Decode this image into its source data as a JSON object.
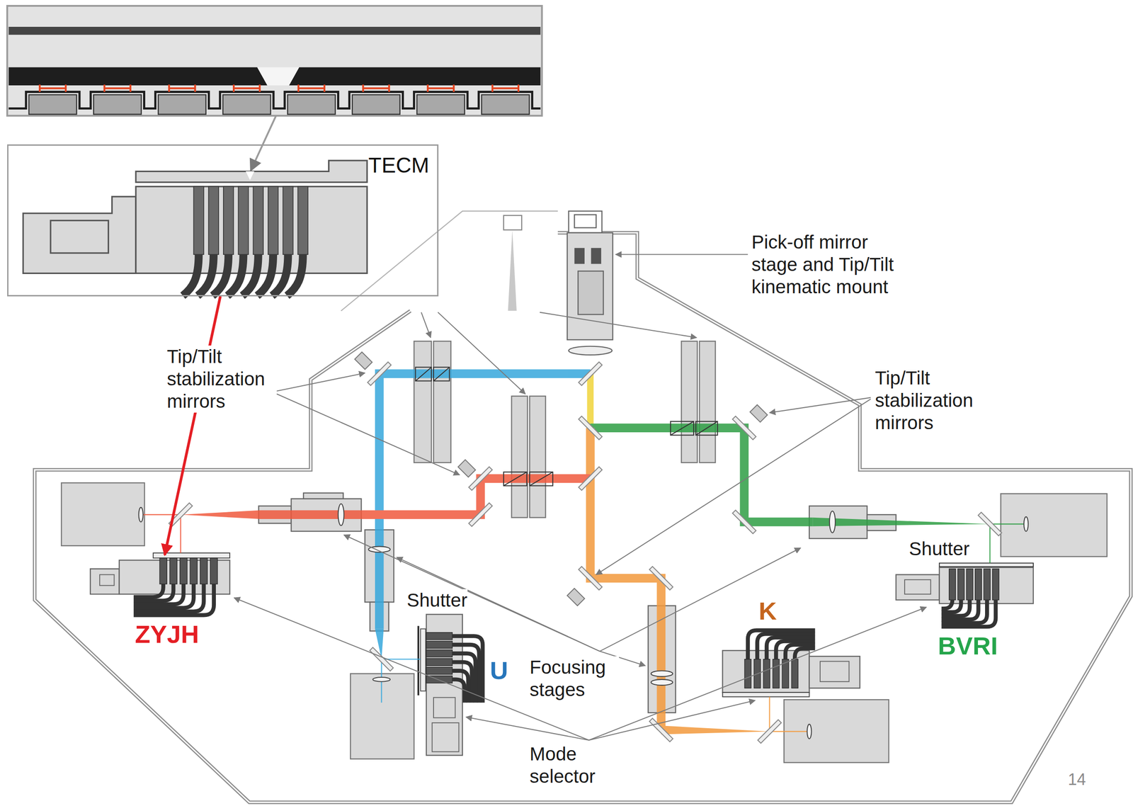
{
  "diagram": {
    "nodes": [
      {
        "text": [
          "TECM"
        ]
      },
      {
        "text": [
          "ZYJH"
        ]
      }
    ],
    "edges": [
      {
        "from": 0,
        "to": 1,
        "arrow": "to"
      }
    ],
    "labels": [
      "Pick-off mirror stage and Tip/Tilt kinematic mount",
      "Tip/Tilt stabilization mirrors",
      "Tip/Tilt stabilization mirrors",
      "Shutter",
      "Shutter",
      "U",
      "K",
      "BVRI",
      "Focusing stages",
      "Mode selector",
      "14"
    ]
  }
}
